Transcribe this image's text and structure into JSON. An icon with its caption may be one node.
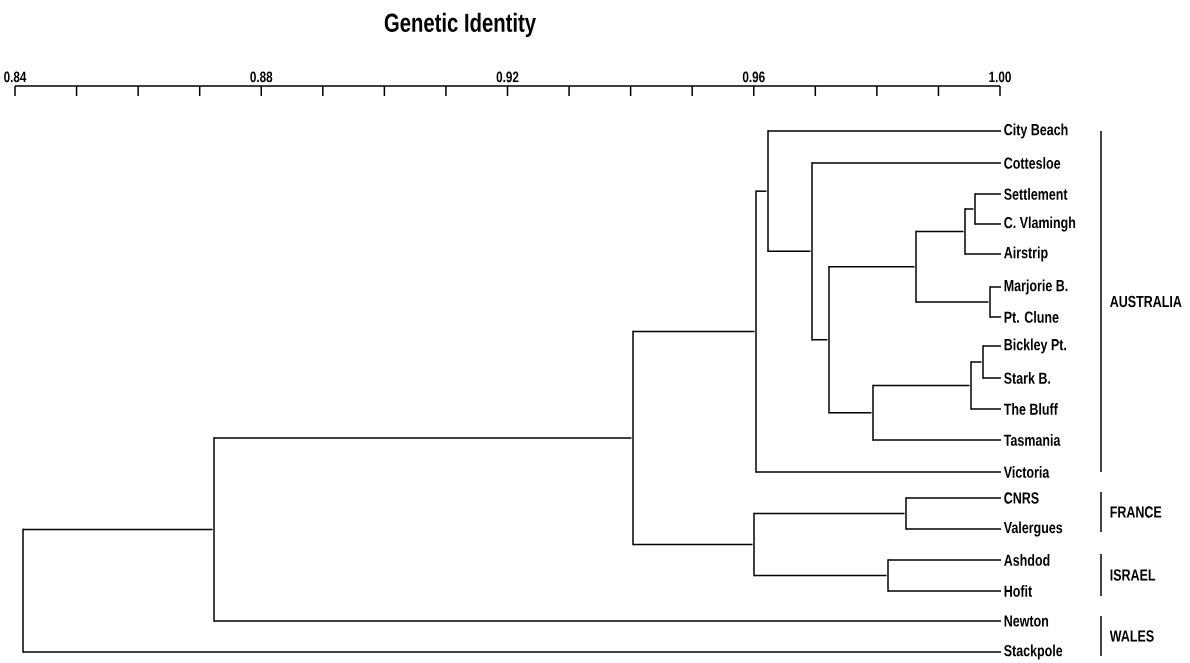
{
  "diagram": {
    "title": "Genetic Identity",
    "nodes": [
      {
        "text": [
          "City Beach"
        ]
      },
      {
        "text": [
          "Cottesloe"
        ]
      },
      {
        "text": [
          "Settlement"
        ]
      },
      {
        "text": [
          "C. Vlamingh"
        ]
      },
      {
        "text": [
          "Airstrip"
        ]
      },
      {
        "text": [
          "Marjorie B."
        ]
      },
      {
        "text": [
          "Pt. Clune"
        ]
      },
      {
        "text": [
          "Bickley Pt."
        ]
      },
      {
        "text": [
          "Stark B."
        ]
      },
      {
        "text": [
          "The Bluff"
        ]
      },
      {
        "text": [
          "Tasmania"
        ]
      },
      {
        "text": [
          "Victoria"
        ]
      },
      {
        "text": [
          "CNRS"
        ]
      },
      {
        "text": [
          "Valergues"
        ]
      },
      {
        "text": [
          "Ashdod"
        ]
      },
      {
        "text": [
          "Hofit"
        ]
      },
      {
        "text": [
          "Newton"
        ]
      },
      {
        "text": [
          "Stackpole"
        ]
      },
      {
        "text": [],
        "shape": "bar"
      },
      {
        "text": [],
        "shape": "bar"
      },
      {
        "text": [],
        "shape": "bar"
      },
      {
        "text": [],
        "shape": "bar"
      },
      {
        "text": [],
        "shape": "bar"
      },
      {
        "text": [],
        "shape": "bar"
      },
      {
        "text": [],
        "shape": "bar"
      },
      {
        "text": [],
        "shape": "bar"
      },
      {
        "text": [],
        "shape": "bar"
      },
      {
        "text": [],
        "shape": "bar"
      },
      {
        "text": [],
        "shape": "bar"
      },
      {
        "text": [],
        "shape": "bar"
      },
      {
        "text": [],
        "shape": "bar"
      },
      {
        "text": [],
        "shape": "bar"
      },
      {
        "text": [],
        "shape": "bar"
      },
      {
        "text": [],
        "shape": "bar"
      },
      {
        "text": [],
        "shape": "bar"
      }
    ],
    "edges": [
      {
        "from": 18,
        "to": 19,
        "arrow": "none"
      },
      {
        "from": 18,
        "to": 17,
        "arrow": "none"
      },
      {
        "from": 19,
        "to": 20,
        "arrow": "none"
      },
      {
        "from": 19,
        "to": 16,
        "arrow": "none"
      },
      {
        "from": 20,
        "to": 22,
        "arrow": "none"
      },
      {
        "from": 20,
        "to": 21,
        "arrow": "none"
      },
      {
        "from": 21,
        "to": 28,
        "arrow": "none"
      },
      {
        "from": 21,
        "to": 27,
        "arrow": "none"
      },
      {
        "from": 22,
        "to": 23,
        "arrow": "none"
      },
      {
        "from": 22,
        "to": 11,
        "arrow": "none"
      },
      {
        "from": 23,
        "to": 0,
        "arrow": "none"
      },
      {
        "from": 23,
        "to": 24,
        "arrow": "none"
      },
      {
        "from": 24,
        "to": 1,
        "arrow": "none"
      },
      {
        "from": 24,
        "to": 25,
        "arrow": "none"
      },
      {
        "from": 25,
        "to": 29,
        "arrow": "none"
      },
      {
        "from": 25,
        "to": 26,
        "arrow": "none"
      },
      {
        "from": 26,
        "to": 31,
        "arrow": "none"
      },
      {
        "from": 26,
        "to": 10,
        "arrow": "none"
      },
      {
        "from": 27,
        "to": 14,
        "arrow": "none"
      },
      {
        "from": 27,
        "to": 15,
        "arrow": "none"
      },
      {
        "from": 28,
        "to": 12,
        "arrow": "none"
      },
      {
        "from": 28,
        "to": 13,
        "arrow": "none"
      },
      {
        "from": 29,
        "to": 30,
        "arrow": "none"
      },
      {
        "from": 29,
        "to": 34,
        "arrow": "none"
      },
      {
        "from": 30,
        "to": 32,
        "arrow": "none"
      },
      {
        "from": 30,
        "to": 4,
        "arrow": "none"
      },
      {
        "from": 31,
        "to": 33,
        "arrow": "none"
      },
      {
        "from": 31,
        "to": 9,
        "arrow": "none"
      },
      {
        "from": 32,
        "to": 2,
        "arrow": "none"
      },
      {
        "from": 32,
        "to": 3,
        "arrow": "none"
      },
      {
        "from": 33,
        "to": 7,
        "arrow": "none"
      },
      {
        "from": 33,
        "to": 8,
        "arrow": "none"
      },
      {
        "from": 34,
        "to": 5,
        "arrow": "none"
      },
      {
        "from": 34,
        "to": 6,
        "arrow": "none"
      }
    ],
    "labels": [
      "0.84",
      "0.88",
      "0.92",
      "0.96",
      "1.00",
      "AUSTRALIA",
      "FRANCE",
      "ISRAEL",
      "WALES"
    ]
  }
}
